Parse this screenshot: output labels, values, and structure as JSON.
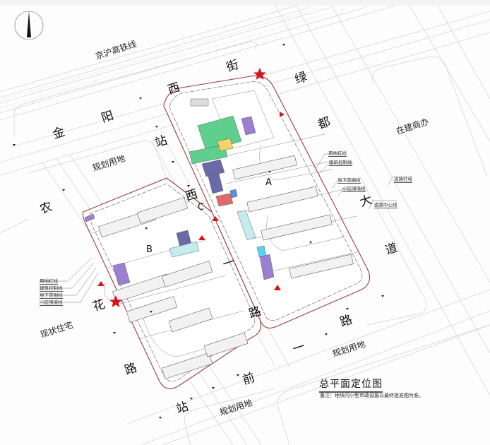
{
  "map": {
    "title": "总平面定位图",
    "note": "备注：地块内小型市政设施以最终批准图为准。",
    "north_arrow": "north-arrow",
    "railway": "京沪高铁线",
    "roads": {
      "jinyang_west_street": [
        "金",
        "阳",
        "西",
        "街"
      ],
      "lvdu_avenue": [
        "绿",
        "都",
        "大",
        "道"
      ],
      "nonghua_road": [
        "农",
        "花",
        "路"
      ],
      "station_west_road": [
        "站",
        "西",
        "一",
        "路"
      ],
      "station_front_road": [
        "站",
        "前",
        "一",
        "路"
      ]
    },
    "areas": {
      "planned_land_nw": "规划用地",
      "planned_land_se": "规划用地",
      "planned_land_s": "规划用地",
      "existing_residential": "现状住宅",
      "commercial_under_construction": "在建商办"
    },
    "blocks": {
      "a": "A",
      "b": "B",
      "c": "C"
    },
    "legend_right": {
      "line1": "用地红线",
      "line2": "建筑控制线",
      "line3": "地下范围线",
      "line4": "小区围墙线",
      "road_red_line": "道路红线",
      "road_center_line": "道路中心线"
    },
    "legend_left": {
      "line1": "用地红线",
      "line2": "建筑控制线",
      "line3": "地下范围线",
      "line4": "小区围墙线"
    },
    "colors": {
      "site_red_line": "#9b3a3a",
      "green_zone": "#5fcf8e",
      "yellow_zone": "#f5d36a",
      "purple_zone": "#9b7fd1",
      "navy_zone": "#6a6aa8",
      "red_zone": "#e06a6a",
      "cyan_zone": "#5fd0ec",
      "pale_cyan_zone": "#c4ecee",
      "star_marker": "#d4161c"
    }
  }
}
